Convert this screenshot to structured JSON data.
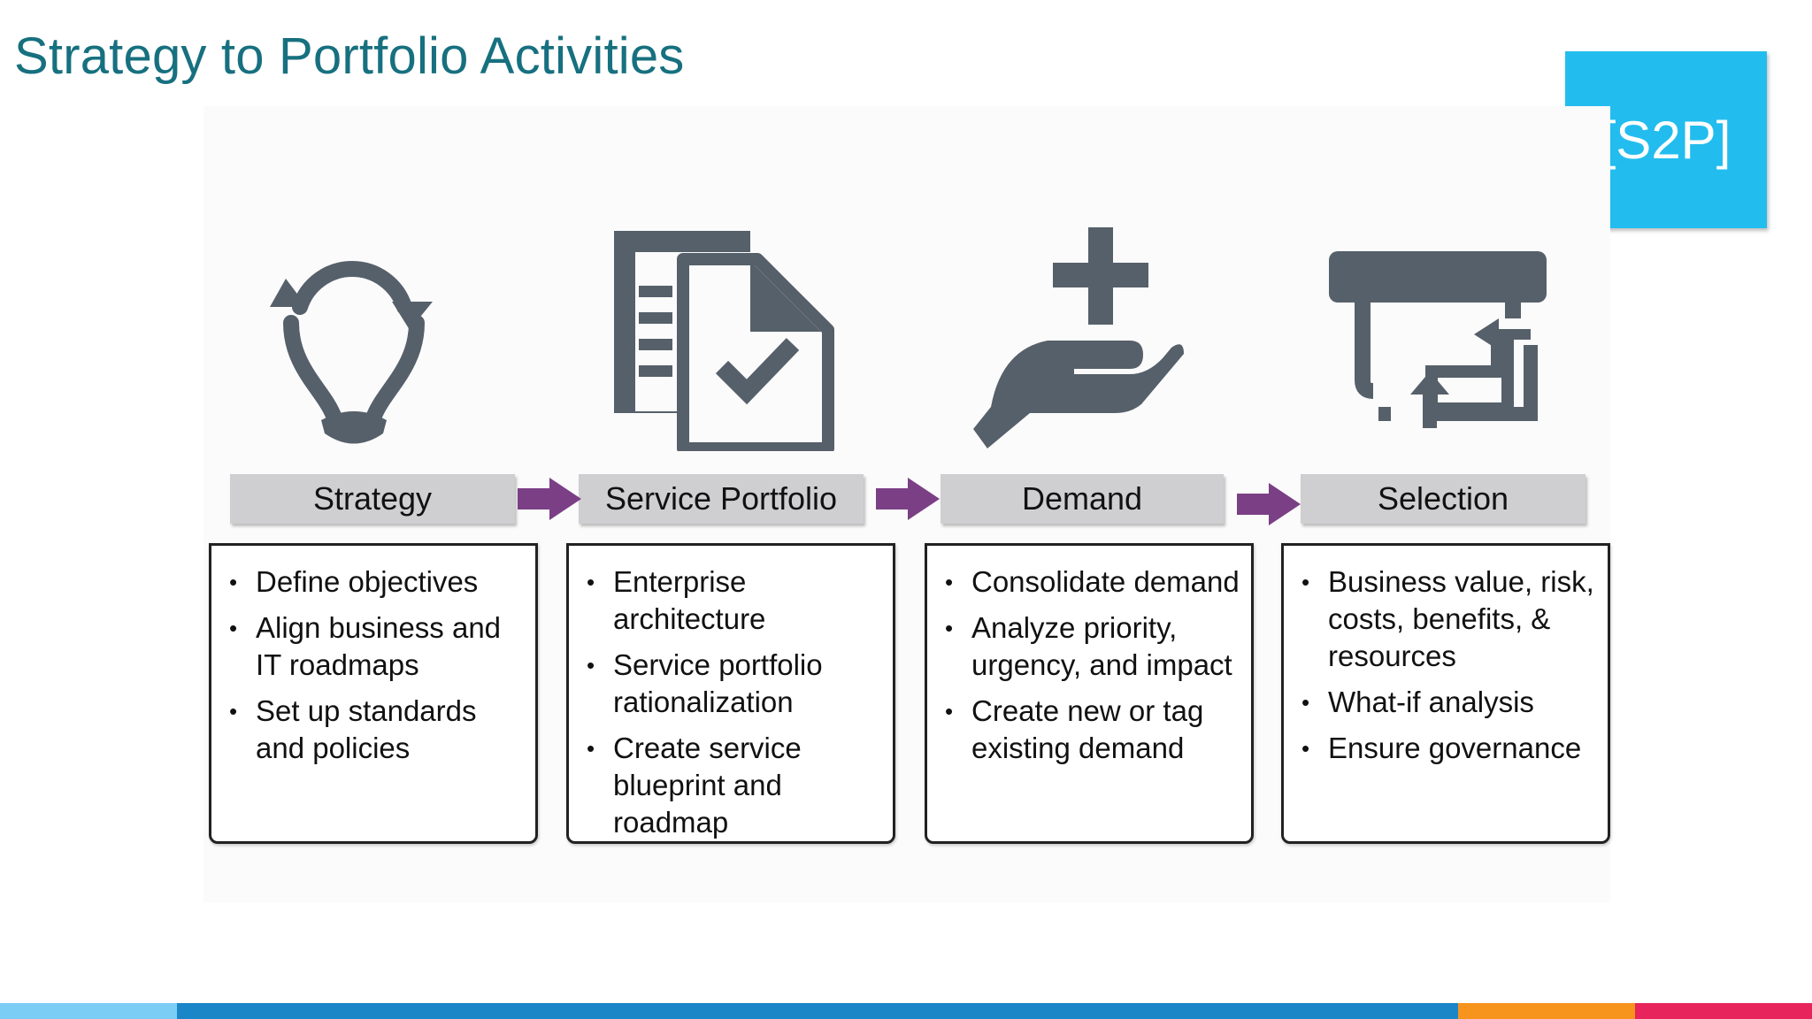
{
  "slide": {
    "title": "Strategy to Portfolio Activities",
    "badge": "[S2P]"
  },
  "stages": [
    {
      "label": "Strategy",
      "icon": "lightbulb-cycle-icon",
      "bullets": [
        "Define objectives",
        "Align business and IT roadmaps",
        "Set up standards and policies"
      ]
    },
    {
      "label": "Service Portfolio",
      "icon": "documents-check-icon",
      "bullets": [
        "Enterprise architecture",
        "Service portfolio rationalization",
        "Create service blueprint and roadmap"
      ]
    },
    {
      "label": "Demand",
      "icon": "hand-plus-icon",
      "bullets": [
        "Consolidate demand",
        "Analyze priority, urgency, and impact",
        "Create new or tag existing demand"
      ]
    },
    {
      "label": "Selection",
      "icon": "selection-tray-icon",
      "bullets": [
        "Business value, risk, costs, benefits, & resources",
        "What-if analysis",
        "Ensure governance"
      ]
    }
  ],
  "colors": {
    "title": "#17707f",
    "badge_bg": "#22bdee",
    "arrow": "#7b3f85",
    "icon": "#56606a",
    "label_bg": "#cfcfd1",
    "footer": [
      "#7ccdf6",
      "#1b86c7",
      "#f7941d",
      "#e8245c"
    ]
  }
}
